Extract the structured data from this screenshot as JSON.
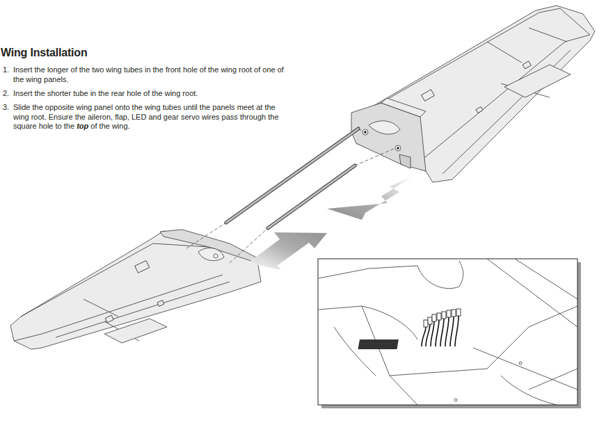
{
  "diagram": {
    "title": "Wing Installation",
    "labels": [
      "1.",
      "Insert the longer of the two wing tubes in the front hole of the wing root of one of the wing panels.",
      "2.",
      "Insert the shorter tube in the rear hole of the wing root.",
      "3.",
      "Slide the opposite wing panel onto the wing tubes until the panels meet at the wing root. Ensure the aileron, flap, LED and gear servo wires pass through the square hole to the",
      "top",
      "of the wing."
    ]
  }
}
